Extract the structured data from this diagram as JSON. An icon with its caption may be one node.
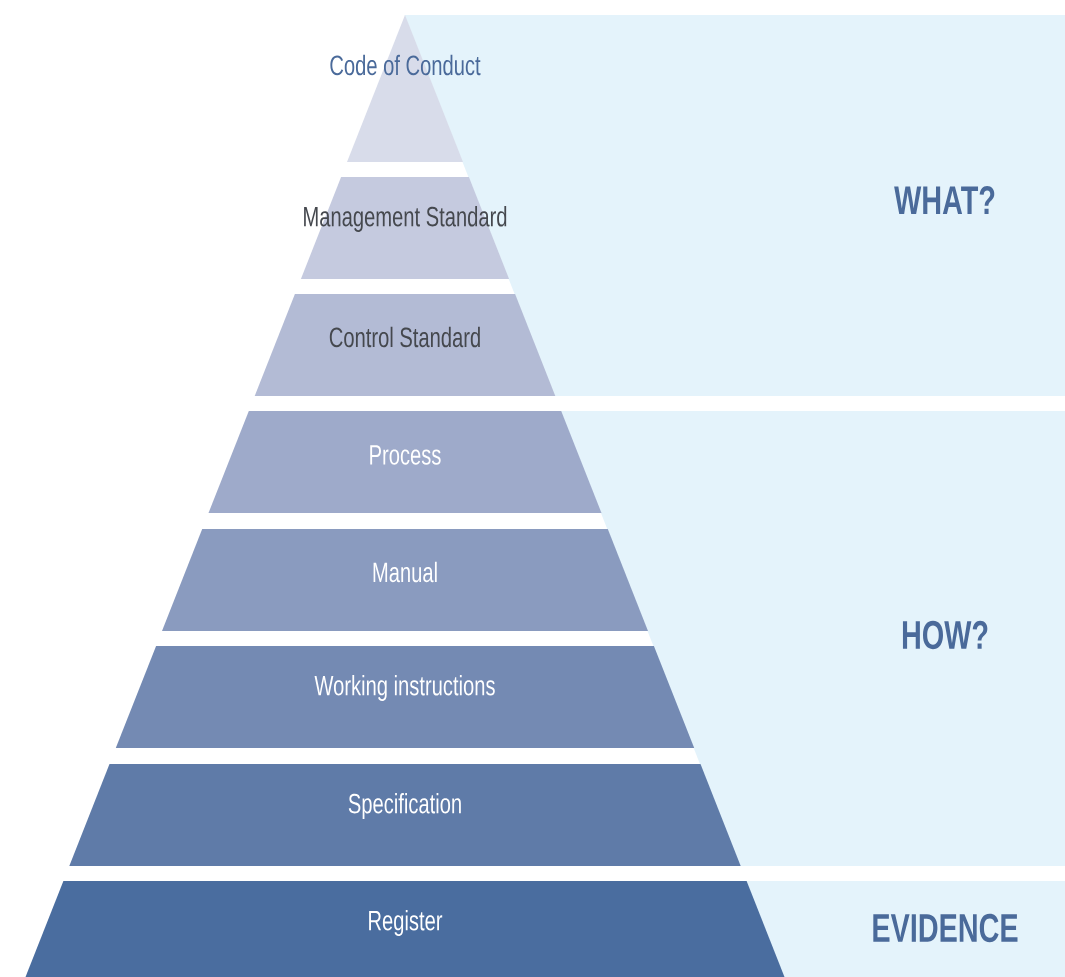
{
  "diagram": {
    "nodes": [
      {
        "text": [
          "Code of Conduct"
        ]
      },
      {
        "text": [
          "Management Standard"
        ]
      },
      {
        "text": [
          "Control Standard"
        ]
      },
      {
        "text": [
          "Process"
        ]
      },
      {
        "text": [
          "Manual"
        ]
      },
      {
        "text": [
          "Working instructions"
        ]
      },
      {
        "text": [
          "Specification"
        ]
      },
      {
        "text": [
          "Register"
        ]
      },
      {
        "text": [
          "WHAT?"
        ]
      },
      {
        "text": [
          "HOW?"
        ]
      },
      {
        "text": [
          "EVIDENCE"
        ]
      }
    ]
  }
}
